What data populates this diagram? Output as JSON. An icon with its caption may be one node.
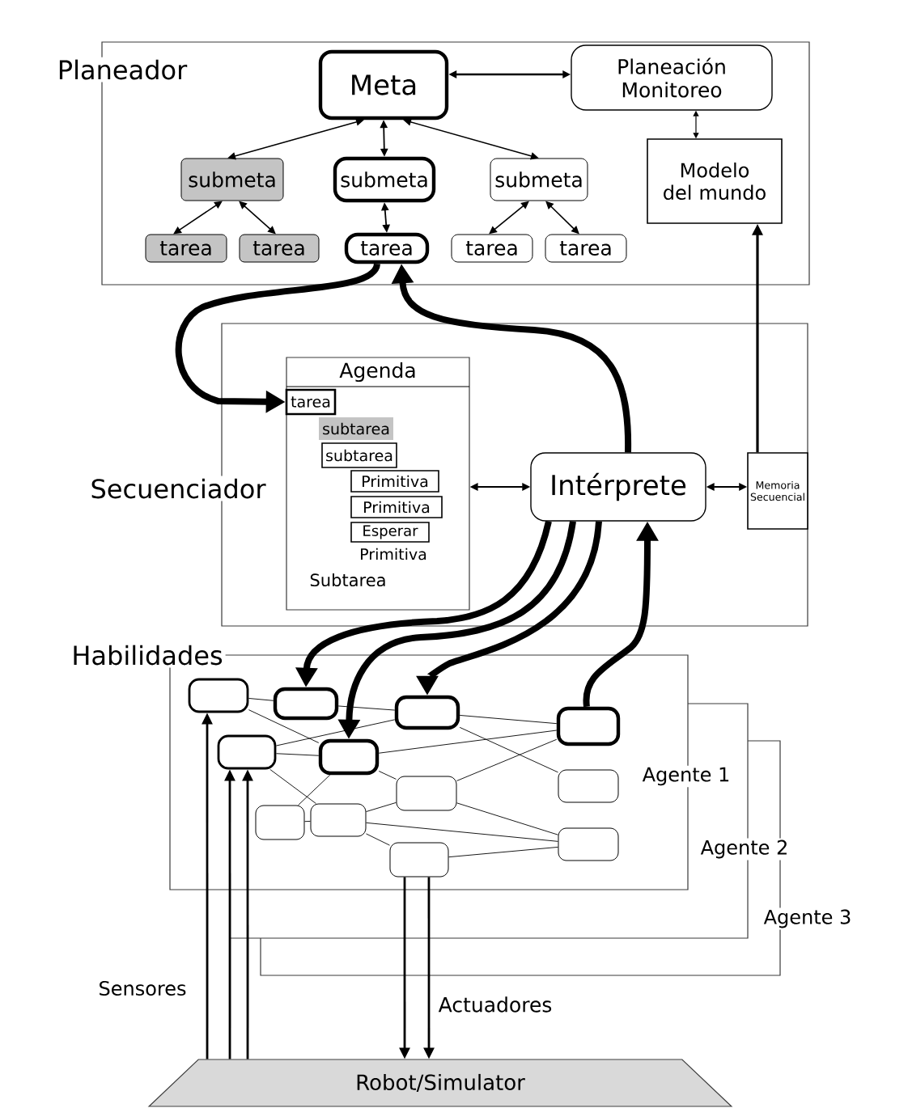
{
  "diagram": {
    "nodes": [
      {
        "text": [
          "Planeador"
        ]
      },
      {
        "text": [
          "Meta"
        ],
        "in": 0
      },
      {
        "text": [
          "Planeación Monitoreo"
        ],
        "in": 0
      },
      {
        "text": [
          "submeta"
        ],
        "in": 0
      },
      {
        "text": [
          "submeta"
        ],
        "in": 0
      },
      {
        "text": [
          "submeta"
        ],
        "in": 0
      },
      {
        "text": [
          "Modelo del mundo"
        ],
        "in": 0
      },
      {
        "text": [
          "tarea"
        ],
        "in": 0
      },
      {
        "text": [
          "tarea"
        ],
        "in": 0
      },
      {
        "text": [
          "tarea"
        ],
        "in": 0
      },
      {
        "text": [
          "tarea"
        ],
        "in": 0
      },
      {
        "text": [
          "tarea"
        ],
        "in": 0
      },
      {
        "text": [
          "Secuenciador"
        ]
      },
      {
        "text": [
          "Agenda",
          "Primitiva",
          "Subtarea"
        ],
        "in": 12
      },
      {
        "text": [
          "tarea"
        ],
        "in": 13
      },
      {
        "text": [
          "subtarea"
        ],
        "in": 13
      },
      {
        "text": [
          "subtarea"
        ],
        "in": 13
      },
      {
        "text": [
          "Primitiva"
        ],
        "in": 13
      },
      {
        "text": [
          "Primitiva"
        ],
        "in": 13
      },
      {
        "text": [
          "Esperar"
        ],
        "in": 13
      },
      {
        "text": [
          "Intérprete"
        ],
        "in": 12
      },
      {
        "text": [
          "Memoria Secuencial"
        ],
        "in": 12
      },
      {
        "text": [
          "Habilidades"
        ]
      },
      {
        "text": [],
        "shape": "box",
        "in": 22
      },
      {
        "text": [],
        "shape": "box",
        "in": 22
      },
      {
        "text": [],
        "shape": "box",
        "in": 22
      },
      {
        "text": [],
        "shape": "box",
        "in": 22
      },
      {
        "text": [],
        "shape": "box",
        "in": 22
      },
      {
        "text": [],
        "shape": "box",
        "in": 22
      },
      {
        "text": [],
        "shape": "box",
        "in": 22
      },
      {
        "text": [],
        "shape": "box",
        "in": 22
      },
      {
        "text": [],
        "shape": "box",
        "in": 22
      },
      {
        "text": [],
        "shape": "box",
        "in": 22
      },
      {
        "text": [],
        "shape": "box",
        "in": 22
      },
      {
        "text": [],
        "shape": "box",
        "in": 22
      },
      {
        "text": [
          "Robot/Simulator"
        ]
      }
    ],
    "edges": [
      {
        "from": 1,
        "to": 2,
        "arrow": "both"
      },
      {
        "from": 1,
        "to": 3,
        "arrow": "both"
      },
      {
        "from": 1,
        "to": 4,
        "arrow": "both"
      },
      {
        "from": 1,
        "to": 5,
        "arrow": "both"
      },
      {
        "from": 2,
        "to": 6,
        "arrow": "both"
      },
      {
        "from": 3,
        "to": 7,
        "arrow": "both"
      },
      {
        "from": 3,
        "to": 8,
        "arrow": "both"
      },
      {
        "from": 4,
        "to": 9,
        "arrow": "both"
      },
      {
        "from": 5,
        "to": 10,
        "arrow": "both"
      },
      {
        "from": 5,
        "to": 11,
        "arrow": "both"
      },
      {
        "from": 21,
        "to": 6,
        "arrow": "to"
      },
      {
        "from": 9,
        "to": 14,
        "arrow": "to",
        "style": "thick"
      },
      {
        "from": 20,
        "to": 9,
        "arrow": "to",
        "style": "thick"
      },
      {
        "from": 13,
        "to": 20,
        "arrow": "both"
      },
      {
        "from": 20,
        "to": 21,
        "arrow": "both"
      },
      {
        "from": 20,
        "to": 24,
        "arrow": "to",
        "style": "thick"
      },
      {
        "from": 20,
        "to": 28,
        "arrow": "to",
        "style": "thick"
      },
      {
        "from": 20,
        "to": 25,
        "arrow": "to",
        "style": "thick"
      },
      {
        "from": 26,
        "to": 20,
        "arrow": "to",
        "style": "thick"
      },
      {
        "from": 35,
        "to": 23,
        "arrow": "to"
      },
      {
        "from": 35,
        "to": 27,
        "arrow": "to"
      },
      {
        "from": 35,
        "to": 27,
        "arrow": "to"
      },
      {
        "from": 34,
        "to": 35,
        "arrow": "to"
      },
      {
        "from": 34,
        "to": 35,
        "arrow": "to"
      },
      {
        "from": 23,
        "to": 24,
        "arrow": "none"
      },
      {
        "from": 23,
        "to": 28,
        "arrow": "none"
      },
      {
        "from": 24,
        "to": 25,
        "arrow": "none"
      },
      {
        "from": 25,
        "to": 26,
        "arrow": "none"
      },
      {
        "from": 25,
        "to": 30,
        "arrow": "none"
      },
      {
        "from": 25,
        "to": 27,
        "arrow": "none"
      },
      {
        "from": 27,
        "to": 28,
        "arrow": "none"
      },
      {
        "from": 27,
        "to": 32,
        "arrow": "none"
      },
      {
        "from": 28,
        "to": 31,
        "arrow": "none"
      },
      {
        "from": 28,
        "to": 26,
        "arrow": "none"
      },
      {
        "from": 28,
        "to": 29,
        "arrow": "none"
      },
      {
        "from": 31,
        "to": 32,
        "arrow": "none"
      },
      {
        "from": 32,
        "to": 29,
        "arrow": "none"
      },
      {
        "from": 32,
        "to": 33,
        "arrow": "none"
      },
      {
        "from": 32,
        "to": 34,
        "arrow": "none"
      },
      {
        "from": 34,
        "to": 33,
        "arrow": "none"
      },
      {
        "from": 29,
        "to": 33,
        "arrow": "none"
      },
      {
        "from": 26,
        "to": 29,
        "arrow": "none"
      }
    ],
    "labels": [
      "Agente 1",
      "Agente 2",
      "Agente 3",
      "Sensores",
      "Actuadores"
    ]
  }
}
